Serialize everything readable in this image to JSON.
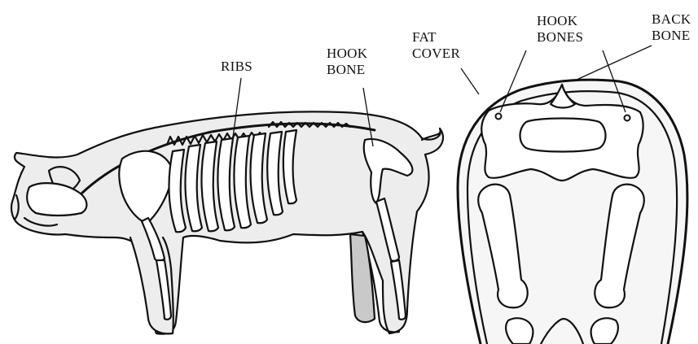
{
  "labels": {
    "ribs": "RIBS",
    "hook_bone_line1": "HOOK",
    "hook_bone_line2": "BONE",
    "fat_cover_line1": "FAT",
    "fat_cover_line2": "COVER",
    "hook_bones_line1": "HOOK",
    "hook_bones_line2": "BONES",
    "back_bone_line1": "BACK",
    "back_bone_line2": "BONE"
  },
  "colors": {
    "ink": "#111111",
    "body_fill": "#ededed",
    "bone_fill": "#ffffff",
    "background": "#ffffff"
  }
}
